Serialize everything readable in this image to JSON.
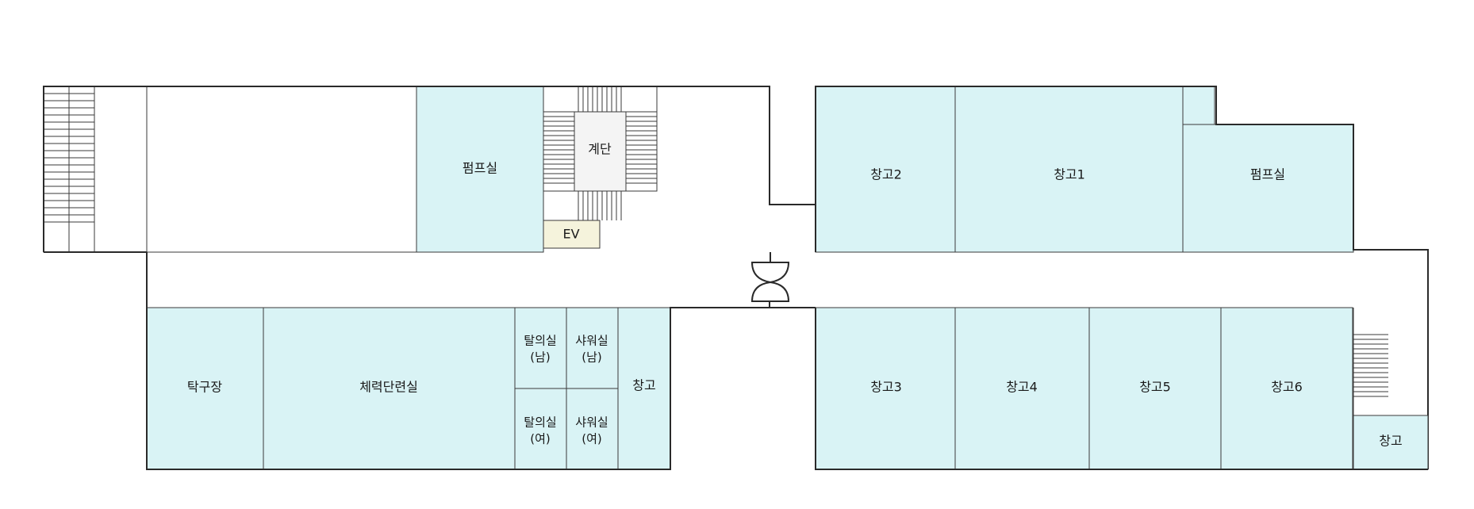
{
  "rooms": {
    "pump_room_west": "펌프실",
    "stairs": "계단",
    "ev": "EV",
    "table_tennis": "탁구장",
    "fitness": "체력단련실",
    "changing_men_1": "탈의실",
    "changing_men_2": "(남)",
    "shower_men_1": "샤워실",
    "shower_men_2": "(남)",
    "changing_women_1": "탈의실",
    "changing_women_2": "(여)",
    "shower_women_1": "샤워실",
    "shower_women_2": "(여)",
    "storage_west": "창고",
    "storage_2": "창고2",
    "storage_1": "창고1",
    "pump_room_east": "펌프실",
    "storage_3": "창고3",
    "storage_4": "창고4",
    "storage_5": "창고5",
    "storage_6": "창고6",
    "storage_east": "창고"
  },
  "colors": {
    "room_fill": "#d9f3f5",
    "ev_fill": "#f5f3dc",
    "stair_core_fill": "#f4f4f4",
    "wall": "#2a2a2a"
  }
}
